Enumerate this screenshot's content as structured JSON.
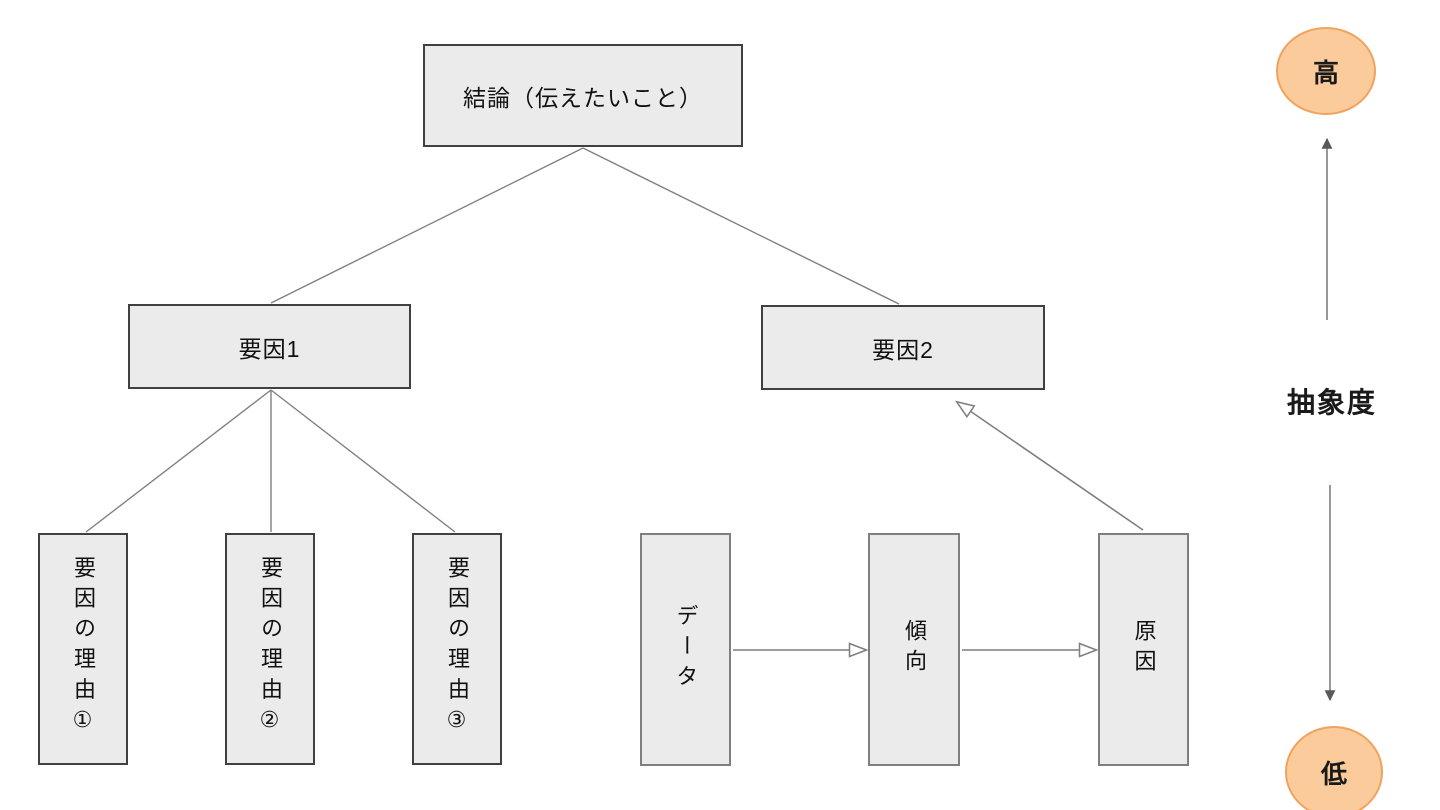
{
  "nodes": {
    "conclusion": "結論（伝えたいこと）",
    "factor1": "要因1",
    "factor2": "要因2",
    "reason1": "要因の理由①",
    "reason2": "要因の理由②",
    "reason3": "要因の理由③",
    "data": "データ",
    "trend": "傾向",
    "cause": "原因"
  },
  "axis": {
    "high": "高",
    "label": "抽象度",
    "low": "低"
  },
  "colors": {
    "box_fill": "#ebebeb",
    "box_border_dark": "#404040",
    "box_border_gray": "#7f7f7f",
    "connector_line": "#808080",
    "arrowhead_open_fill": "#ffffff",
    "arrowhead_filled": "#595959",
    "ellipse_fill": "#fbcb9b",
    "ellipse_border": "#f0a35e",
    "text": "#111111"
  }
}
